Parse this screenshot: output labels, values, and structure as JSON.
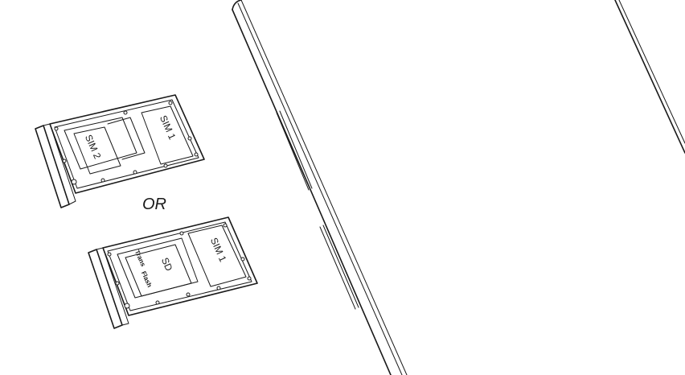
{
  "tray_top": {
    "sim_left_label": "SIM 2",
    "sim_right_label": "SIM 1"
  },
  "separator_label": "OR",
  "tray_bottom": {
    "sd_label": "SD",
    "microsd_brand_line1": "Trans",
    "microsd_brand_line2": "Flash",
    "sim_right_label": "SIM 1"
  },
  "colors": {
    "line": "#1a1a1a",
    "background": "#ffffff"
  }
}
